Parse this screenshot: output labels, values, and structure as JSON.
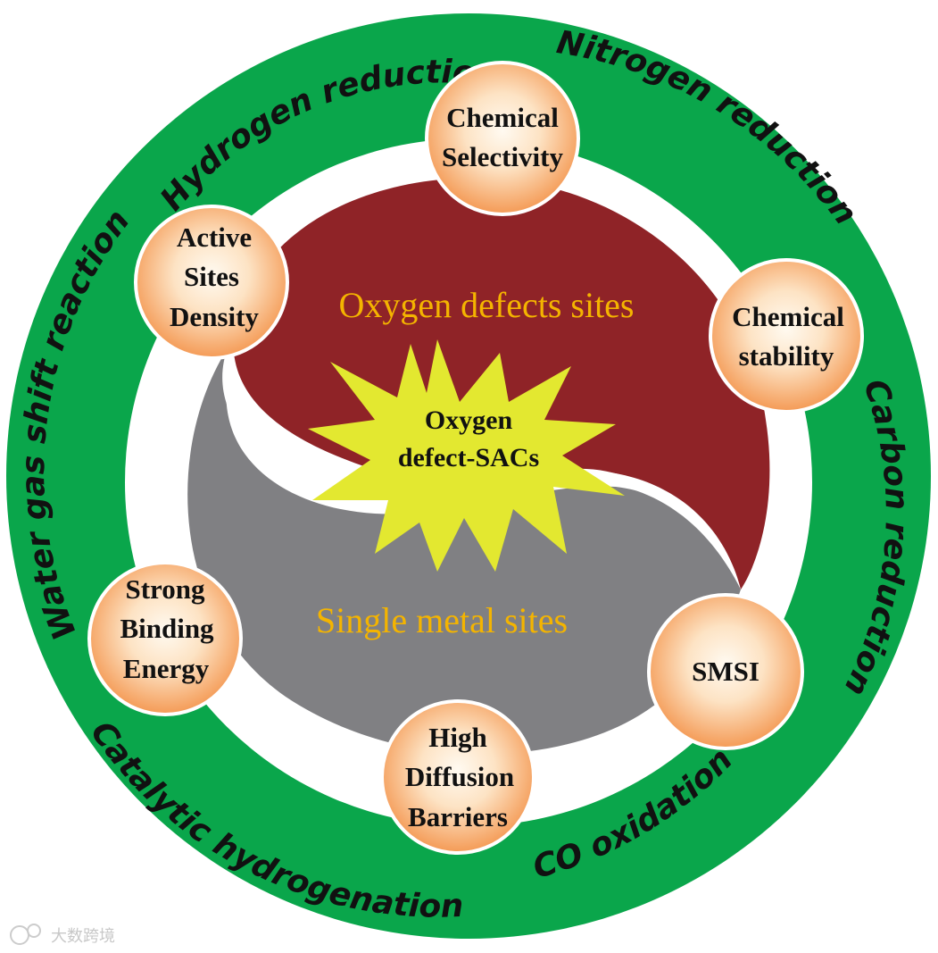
{
  "colors": {
    "ring": "#0aa64b",
    "oxygen_region": "#8f2327",
    "metal_region": "#808083",
    "star": "#e3e830",
    "core_label": "#f4b400",
    "bubble_center": "#fffaf1",
    "bubble_edge": "#f49a55"
  },
  "center": {
    "title": [
      "Oxygen",
      "defect-SACs"
    ]
  },
  "regions": {
    "oxygen": "Oxygen defects sites",
    "metal": "Single metal sites"
  },
  "ring_labels": [
    "Hydrogen reduction",
    "Nitrogen reduction",
    "Carbon reduction",
    "CO oxidation",
    "Catalytic hydrogenation",
    "Water gas shift reaction"
  ],
  "properties": [
    {
      "lines": [
        "Chemical",
        "Selectivity"
      ]
    },
    {
      "lines": [
        "Chemical",
        "stability"
      ]
    },
    {
      "lines": [
        "SMSI"
      ]
    },
    {
      "lines": [
        "High",
        "Diffusion",
        "Barriers"
      ]
    },
    {
      "lines": [
        "Strong",
        "Binding",
        "Energy"
      ]
    },
    {
      "lines": [
        "Active",
        "Sites",
        "Density"
      ]
    }
  ],
  "watermark": "大数跨境"
}
